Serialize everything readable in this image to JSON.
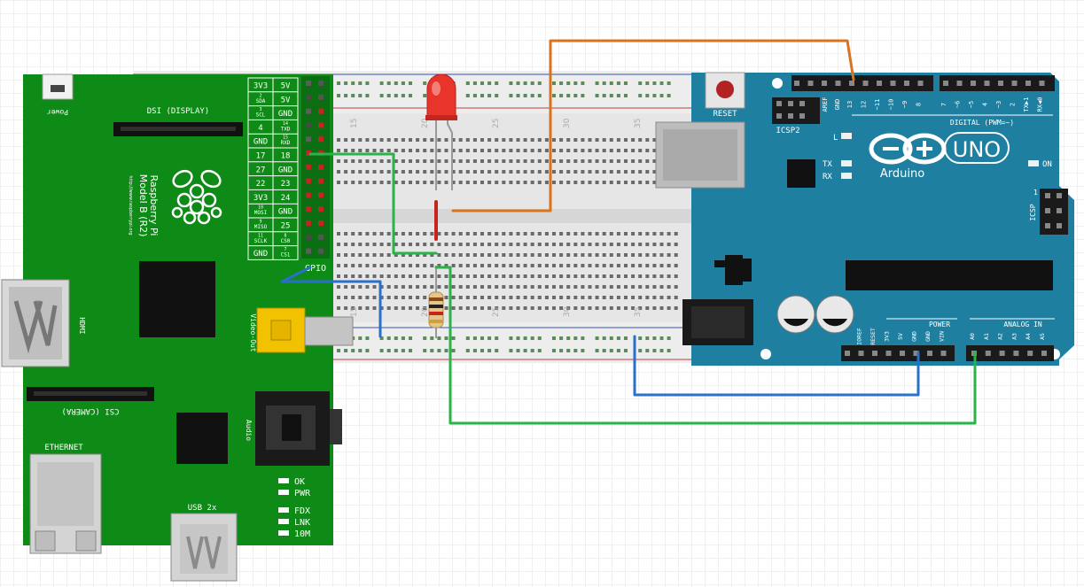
{
  "raspberry_pi": {
    "power_label": "Power",
    "dsi_label": "DSI (DISPLAY)",
    "brand_line1": "Raspberry Pi",
    "brand_line2": "Model B (R2)",
    "brand_url": "http://www.raspberrypi.org",
    "hdmi_label": "HDMI",
    "video_label": "Video-Out",
    "csi_label": "CSI (CAMERA)",
    "audio_label": "Audio",
    "ethernet_label": "ETHERNET",
    "usb_label": "USB 2x",
    "gpio_label": "GPIO",
    "gpio_left": [
      "3V3",
      "SDA",
      "SCL",
      "4",
      "GND",
      "17",
      "27",
      "22",
      "3V3",
      "MOSI",
      "MISO",
      "SCLK",
      "GND"
    ],
    "gpio_right": [
      "5V",
      "5V",
      "GND",
      "TXD",
      "RXD",
      "18",
      "GND",
      "23",
      "24",
      "GND",
      "25",
      "CS0",
      "CS1"
    ],
    "gpio_left_small": [
      "",
      "2",
      "3",
      "",
      "",
      "",
      "",
      "",
      "",
      "10",
      "9",
      "11",
      ""
    ],
    "gpio_right_small": [
      "",
      "",
      "",
      "14",
      "15",
      "",
      "",
      "",
      "",
      "",
      "",
      "8",
      "7"
    ],
    "leds": [
      "OK",
      "PWR",
      "FDX",
      "LNK",
      "10M"
    ]
  },
  "breadboard": {
    "col_numbers": [
      "15",
      "20",
      "25",
      "30",
      "35"
    ]
  },
  "arduino": {
    "reset_label": "RESET",
    "icsp2_label": "ICSP2",
    "aref_label": "AREF",
    "gnd_label": "GND",
    "digital_pins": [
      "13",
      "12",
      "~11",
      "~10",
      "~9",
      "8",
      "7",
      "~6",
      "~5",
      "4",
      "~3",
      "2",
      "TX▶1",
      "RX◀0"
    ],
    "digital_label": "DIGITAL (PWM=~)",
    "l_label": "L",
    "tx_label": "TX",
    "rx_label": "RX",
    "logo_text": "Arduino",
    "uno_label": "UNO",
    "on_label": "ON",
    "icsp_label": "ICSP",
    "icsp_pin": "1",
    "power_pins": [
      "IOREF",
      "RESET",
      "3V3",
      "5V",
      "GND",
      "GND",
      "VIN"
    ],
    "power_label": "POWER",
    "analog_label": "ANALOG IN",
    "analog_pins": [
      "A0",
      "A1",
      "A2",
      "A3",
      "A4",
      "A5"
    ]
  },
  "colors": {
    "pi_green": "#0e8a16",
    "arduino_blue": "#1f7fa0",
    "wire_green": "#2cb24a",
    "wire_blue": "#2a6fc9",
    "wire_orange": "#d9731f",
    "led_red": "#e8342b"
  }
}
